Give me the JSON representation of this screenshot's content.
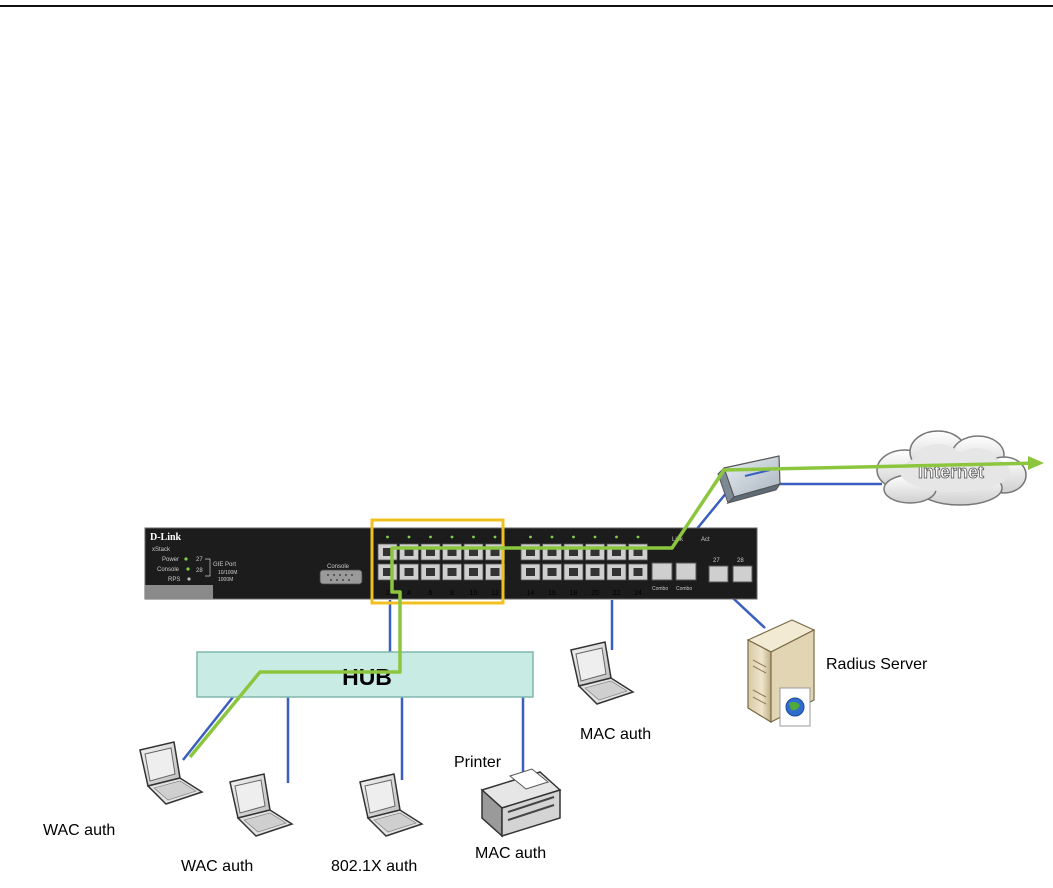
{
  "switch": {
    "brand": "D-Link",
    "stack_label": "xStack",
    "led_power": "Power",
    "led_console": "Console",
    "led_rps": "RPS",
    "port27": "27",
    "port28": "28",
    "gie_port": "GIE Port",
    "speed_10_100": "10/100M",
    "speed_1000": "1000M",
    "console_label": "Console",
    "port_numbers": [
      "2",
      "4",
      "6",
      "8",
      "10",
      "12",
      "14",
      "16",
      "18",
      "20",
      "22",
      "24"
    ],
    "link_label": "Link",
    "act_label": "Act",
    "combo_label": "Combo",
    "uplink_numbers": [
      "27",
      "28"
    ]
  },
  "hub_label": "HUB",
  "internet_label": "Internet",
  "radius_label": "Radius Server",
  "printer_label": "Printer",
  "clients": {
    "mac_auth_top": "MAC auth",
    "wac_auth_1": "WAC auth",
    "wac_auth_2": "WAC auth",
    "dot1x_auth": "802.1X auth",
    "mac_auth_printer": "MAC auth"
  },
  "colors": {
    "auth_path": "#8cc63f",
    "cable": "#3b5fc0",
    "highlight_box": "#f0c020",
    "hub_fill": "#c8ebe4",
    "switch_body": "#1c1c1c"
  }
}
